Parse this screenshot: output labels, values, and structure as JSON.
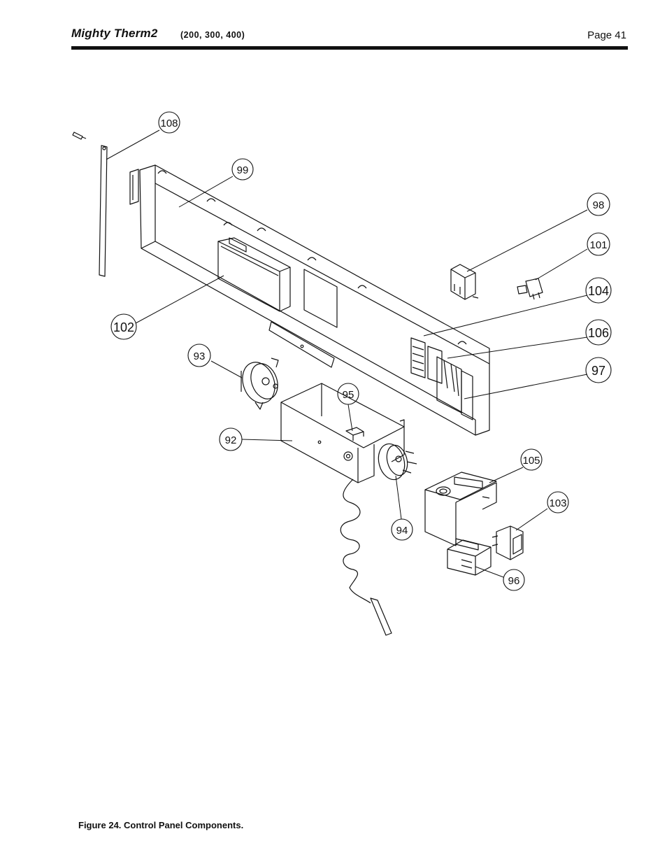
{
  "header": {
    "title": "Mighty Therm2",
    "models": "(200, 300, 400)",
    "page": "Page 41"
  },
  "figure": {
    "caption": "Figure 24. Control Panel Components.",
    "callouts": {
      "c108": "108",
      "c99": "99",
      "c98": "98",
      "c101": "101",
      "c104": "104",
      "c102": "102",
      "c106": "106",
      "c97": "97",
      "c93": "93",
      "c95": "95",
      "c92": "92",
      "c105": "105",
      "c103": "103",
      "c94": "94",
      "c96": "96"
    }
  }
}
